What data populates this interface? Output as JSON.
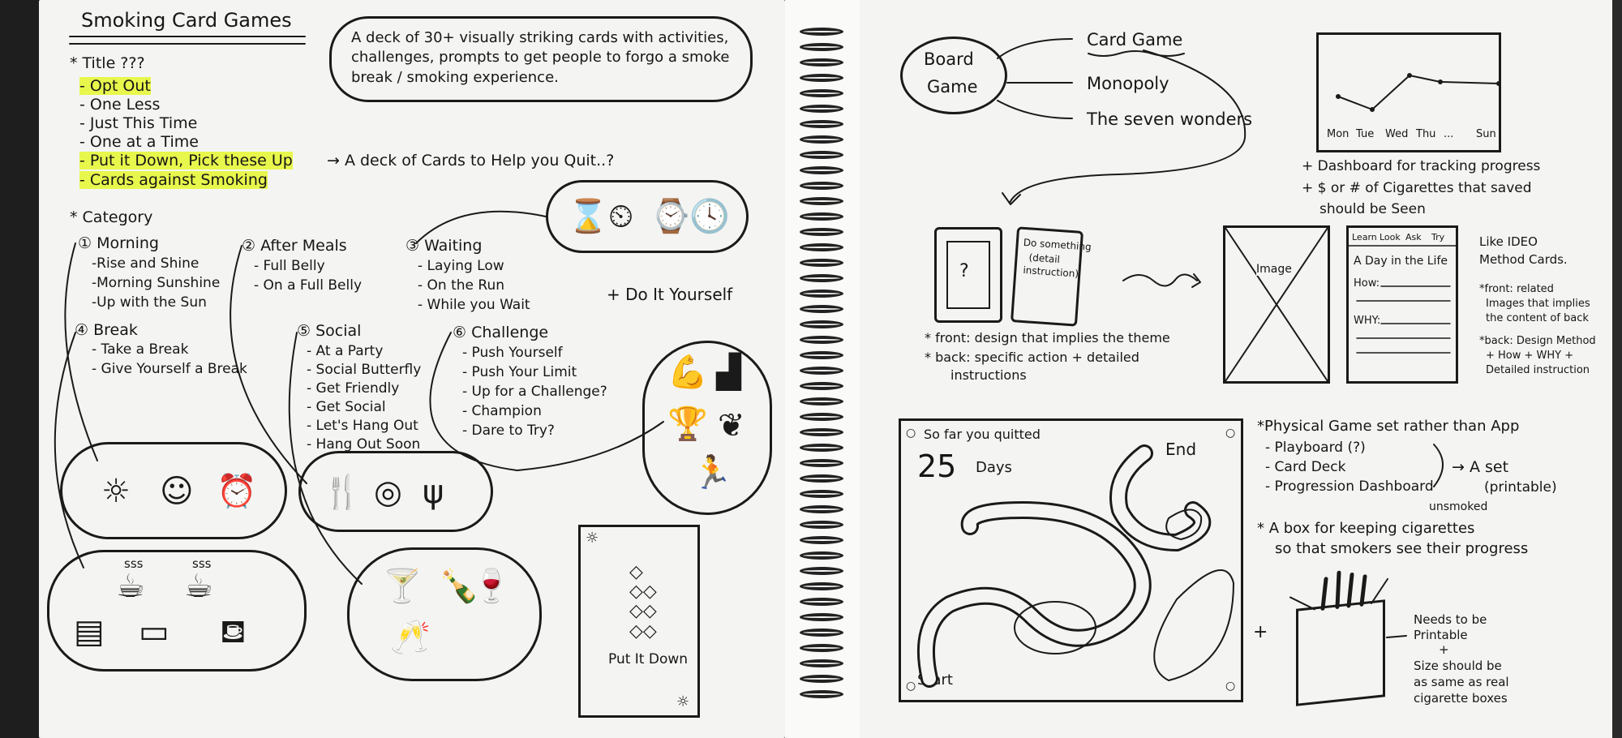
{
  "left": {
    "title": "Smoking Card Games",
    "description": "A deck of 30+ visually striking cards with activities, challenges, prompts to get people to forgo a smoke break / smoking experience.",
    "title_section": {
      "heading": "* Title ???",
      "options": [
        "- Opt Out",
        "- One Less",
        "- Just This Time",
        "- One at a Time",
        "- Put it Down, Pick these Up",
        "- Cards against Smoking"
      ],
      "annotation": "→ A deck of Cards to Help you Quit..?"
    },
    "category_heading": "* Category",
    "categories": [
      {
        "title": "① Morning",
        "items": [
          "-Rise and Shine",
          "-Morning Sunshine",
          "-Up with the Sun"
        ]
      },
      {
        "title": "② After Meals",
        "items": [
          "- Full Belly",
          "- On a Full Belly"
        ]
      },
      {
        "title": "③ Waiting",
        "items": [
          "- Laying Low",
          "- On the Run",
          "- While you Wait"
        ]
      },
      {
        "title": "④ Break",
        "items": [
          "- Take a Break",
          "- Give Yourself a Break"
        ]
      },
      {
        "title": "⑤ Social",
        "items": [
          "- At a Party",
          "- Social Butterfly",
          "- Get Friendly",
          "- Get Social",
          "- Let's Hang Out",
          "- Hang Out Soon"
        ]
      },
      {
        "title": "⑥ Challenge",
        "items": [
          "- Push Yourself",
          "- Push Your Limit",
          "- Up for a Challenge?",
          "- Champion",
          "- Dare to Try?"
        ]
      }
    ],
    "diy": "+ Do It Yourself",
    "card_label": "Put It Down",
    "steam": [
      "sss",
      "sss"
    ]
  },
  "right": {
    "board_game": {
      "label_line1": "Board",
      "label_line2": "Game",
      "branches": [
        "Card Game",
        "Monopoly",
        "The seven wonders"
      ]
    },
    "chart_days": [
      "Mon",
      "Tue",
      "Wed",
      "Thu",
      "...",
      "Sun"
    ],
    "dashboard_notes": [
      "+ Dashboard for tracking progress",
      "+ $ or # of Cigarettes that saved",
      "should be Seen"
    ],
    "card_back_text": [
      "Do something",
      "(detail",
      "instruction)"
    ],
    "card_front_symbol": "?",
    "front_back_notes": [
      "* front: design that implies the theme",
      "* back: specific action + detailed",
      "instructions"
    ],
    "ideo_image_label": "Image",
    "ideo_tabs": [
      "Learn",
      "Look",
      "Ask",
      "Try"
    ],
    "ideo_card_title": "A Day in the Life",
    "ideo_fields": [
      "How:",
      "WHY:"
    ],
    "ideo_notes": [
      "Like IDEO",
      "Method Cards.",
      "*front: related",
      "Images that implies",
      "the content of back",
      "*back: Design Method",
      "+ How + WHY +",
      "Detailed instruction"
    ],
    "board": {
      "quit_text": "So far you quitted",
      "days_number": "25",
      "days_label": "Days",
      "end_label": "End",
      "start_label": "Start"
    },
    "physical": [
      "*Physical Game set rather than App",
      "- Playboard (?)",
      "- Card Deck",
      "- Progression Dashboard"
    ],
    "set_label": [
      "→ A set",
      "(printable)"
    ],
    "box_note": [
      "* A box for keeping cigarettes",
      "so that smokers see their progress"
    ],
    "unsmoked": "unsmoked",
    "box_plus": "+",
    "printable_note": [
      "Needs to be",
      "Printable",
      "+",
      "Size should be",
      "as same as real",
      "cigarette boxes"
    ]
  }
}
